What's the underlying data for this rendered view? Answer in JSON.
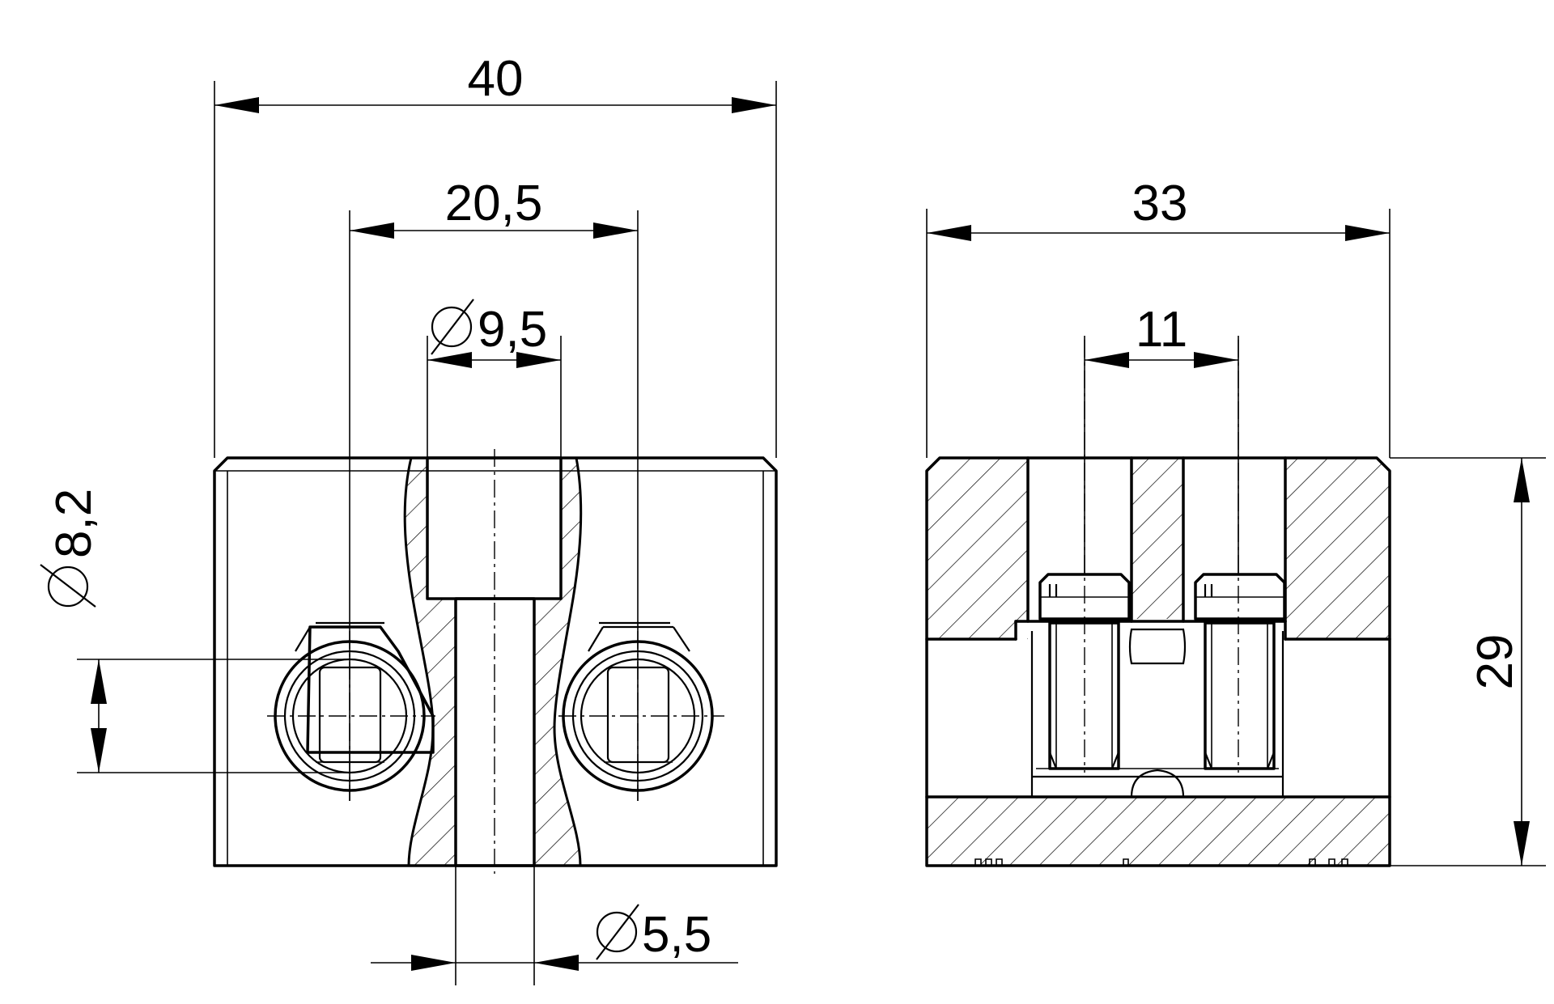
{
  "drawing": {
    "colors": {
      "line": "#000000",
      "background": "#ffffff"
    },
    "front_view": {
      "overall_width": "40",
      "screw_pitch": "20,5",
      "bore_diameter": "9,5",
      "screw_hole_diameter": "8,2",
      "pin_diameter": "5,5"
    },
    "side_view": {
      "overall_width": "33",
      "screw_spacing": "11",
      "height": "29"
    }
  }
}
